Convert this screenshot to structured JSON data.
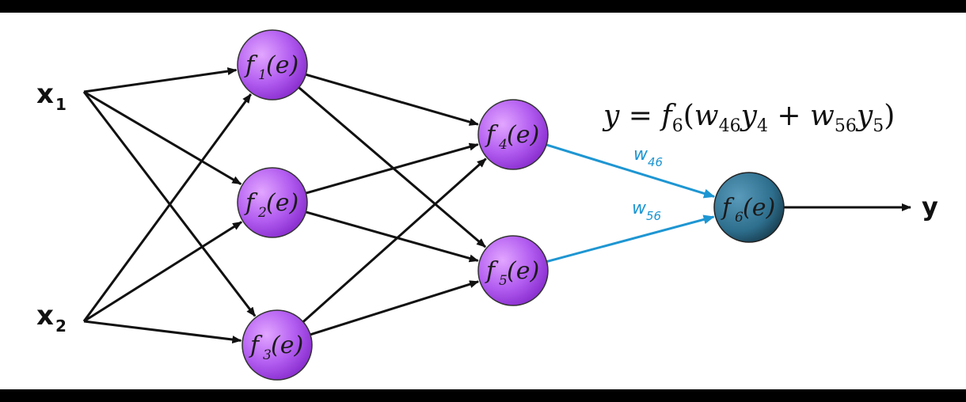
{
  "diagram": {
    "inputs": [
      {
        "id": "x1",
        "label": "x",
        "sub": "1"
      },
      {
        "id": "x2",
        "label": "x",
        "sub": "2"
      }
    ],
    "neurons": [
      {
        "id": "n1",
        "func": "f",
        "sub": "1",
        "arg": "(e)",
        "type": "hidden"
      },
      {
        "id": "n2",
        "func": "f",
        "sub": "2",
        "arg": "(e)",
        "type": "hidden"
      },
      {
        "id": "n3",
        "func": "f",
        "sub": "3",
        "arg": "(e)",
        "type": "hidden"
      },
      {
        "id": "n4",
        "func": "f",
        "sub": "4",
        "arg": "(e)",
        "type": "hidden"
      },
      {
        "id": "n5",
        "func": "f",
        "sub": "5",
        "arg": "(e)",
        "type": "hidden"
      },
      {
        "id": "n6",
        "func": "f",
        "sub": "6",
        "arg": "(e)",
        "type": "output"
      }
    ],
    "weights": [
      {
        "id": "w46",
        "label": "w",
        "sub": "46"
      },
      {
        "id": "w56",
        "label": "w",
        "sub": "56"
      }
    ],
    "output": {
      "label": "y"
    },
    "formula": {
      "lhs": "y",
      "eq": " = ",
      "f": "f",
      "f_sub": "6",
      "open": "(",
      "w1": "w",
      "w1_sub": "46",
      "y1": "y",
      "y1_sub": "4",
      "plus": " + ",
      "w2": "w",
      "w2_sub": "56",
      "y2": "y",
      "y2_sub": "5",
      "close": ")"
    },
    "colors": {
      "hidden_node": "#b25cf0",
      "output_node": "#2e6f8e",
      "highlight_edge": "#1e96d2",
      "edge": "#111111"
    }
  }
}
